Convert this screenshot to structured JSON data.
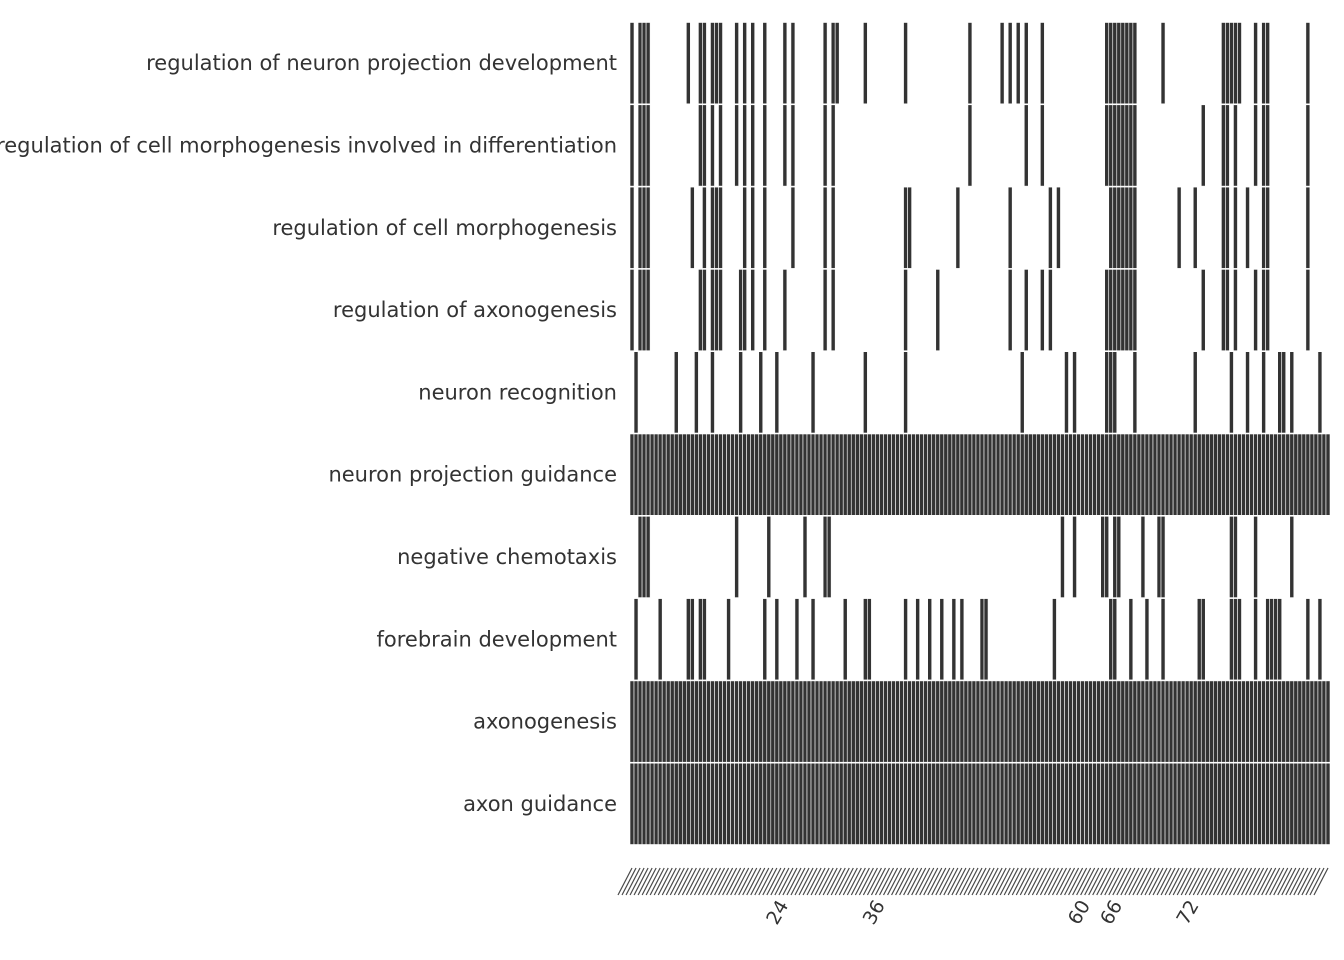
{
  "chart_data": {
    "type": "heatmap",
    "title": "",
    "xlabel": "",
    "ylabel": "",
    "rows": [
      "regulation of neuron projection development",
      "regulation of cell morphogenesis involved in differentiation",
      "regulation of cell morphogenesis",
      "regulation of axonogenesis",
      "neuron recognition",
      "neuron projection guidance",
      "negative chemotaxis",
      "forebrain development",
      "axonogenesis",
      "axon guidance"
    ],
    "n_columns": 174,
    "values_meaning": "1 = gene annotated to term (dark cell), 0 = not annotated (white cell)",
    "membership_columns": [
      [
        0,
        2,
        3,
        4,
        14,
        17,
        18,
        20,
        21,
        22,
        26,
        28,
        30,
        33,
        38,
        40,
        48,
        50,
        51,
        58,
        68,
        84,
        92,
        94,
        96,
        98,
        102,
        118,
        119,
        120,
        121,
        122,
        123,
        124,
        125,
        132,
        147,
        148,
        149,
        150,
        151,
        155,
        157,
        158,
        168
      ],
      [
        0,
        2,
        3,
        4,
        17,
        18,
        20,
        22,
        26,
        28,
        30,
        33,
        38,
        40,
        48,
        50,
        84,
        98,
        102,
        118,
        119,
        120,
        121,
        122,
        123,
        124,
        125,
        142,
        147,
        148,
        150,
        155,
        157,
        158,
        168
      ],
      [
        0,
        2,
        3,
        4,
        15,
        18,
        20,
        21,
        22,
        28,
        30,
        33,
        40,
        48,
        50,
        68,
        69,
        81,
        94,
        104,
        106,
        119,
        120,
        121,
        122,
        123,
        124,
        125,
        136,
        140,
        147,
        148,
        150,
        153,
        157,
        158,
        168
      ],
      [
        0,
        2,
        3,
        4,
        17,
        18,
        20,
        21,
        22,
        27,
        28,
        30,
        33,
        38,
        48,
        50,
        68,
        76,
        94,
        98,
        102,
        104,
        118,
        119,
        120,
        121,
        122,
        123,
        124,
        125,
        142,
        147,
        148,
        150,
        155,
        157,
        158,
        168
      ],
      [
        1,
        11,
        16,
        20,
        27,
        32,
        36,
        45,
        58,
        68,
        97,
        108,
        110,
        118,
        119,
        120,
        125,
        140,
        149,
        153,
        157,
        161,
        162,
        164,
        171
      ],
      "all",
      [
        2,
        3,
        4,
        26,
        34,
        43,
        48,
        49,
        107,
        110,
        117,
        118,
        120,
        121,
        127,
        131,
        132,
        149,
        150,
        155,
        164
      ],
      [
        1,
        7,
        14,
        15,
        17,
        18,
        24,
        33,
        36,
        41,
        45,
        53,
        58,
        59,
        68,
        71,
        74,
        77,
        80,
        82,
        87,
        88,
        105,
        119,
        120,
        124,
        128,
        132,
        141,
        142,
        149,
        150,
        151,
        155,
        158,
        159,
        160,
        161,
        168,
        171
      ],
      "all",
      "all"
    ],
    "x_tick_labels_legible": [
      "24",
      "36",
      "60",
      "66",
      "72"
    ],
    "x_ticks_note": "gene index tick labels along x are rotated and heavily overlapping; only a few are legible"
  }
}
